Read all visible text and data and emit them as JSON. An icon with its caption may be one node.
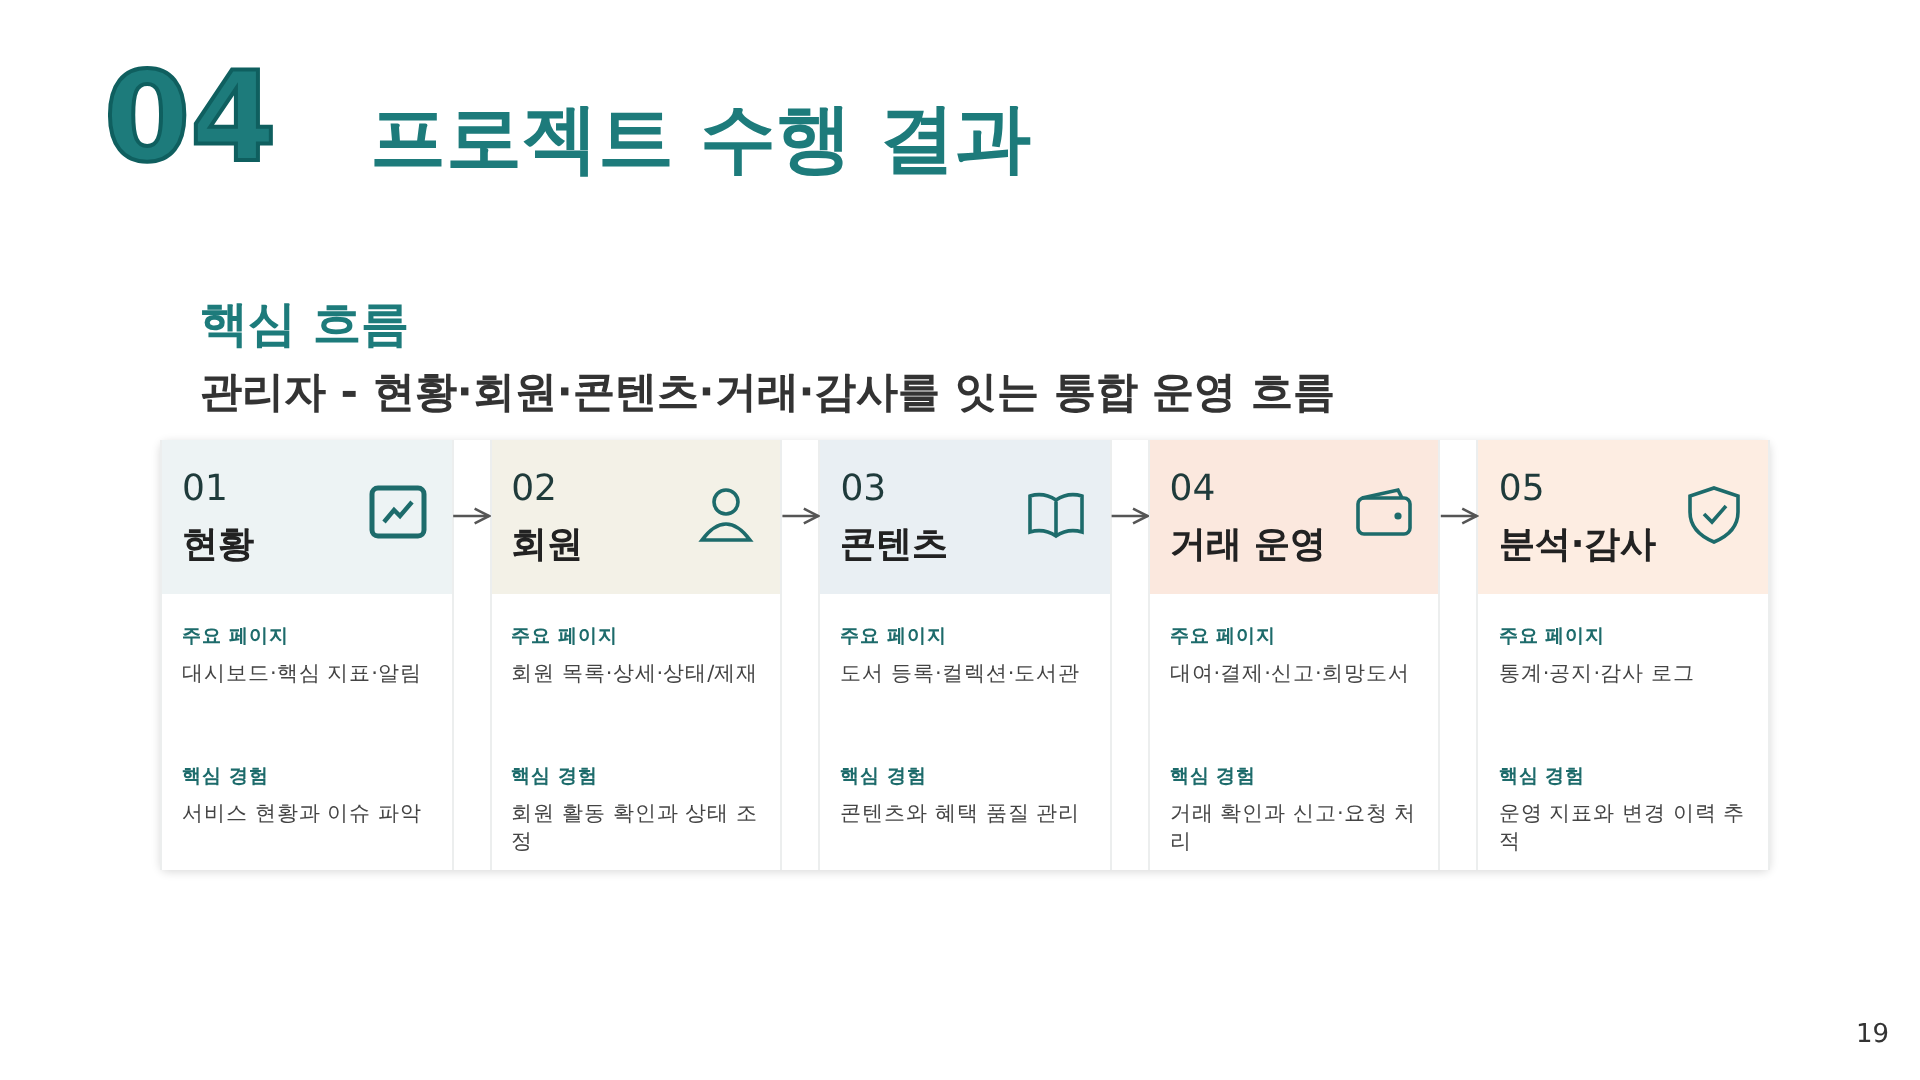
{
  "diagram": {
    "title": "프로젝트 수행 결과",
    "nodes": [
      {
        "text": [
          "01",
          "현황",
          "주요 페이지",
          "대시보드·핵심 지표·알림",
          "핵심 경험",
          "서비스 현황과 이슈 파악"
        ]
      },
      {
        "text": [
          "02",
          "회원",
          "주요 페이지",
          "회원 목록·상세·상태/제재",
          "핵심 경험",
          "회원 활동 확인과 상태 조정"
        ]
      },
      {
        "text": [
          "03",
          "콘텐츠",
          "주요 페이지",
          "도서 등록·컬렉션·도서관",
          "핵심 경험",
          "콘텐츠와 혜택 품질 관리"
        ]
      },
      {
        "text": [
          "04",
          "거래 운영",
          "주요 페이지",
          "대여·결제·신고·희망도서",
          "핵심 경험",
          "거래 확인과 신고·요청 처리"
        ]
      },
      {
        "text": [
          "05",
          "분석·감사",
          "주요 페이지",
          "통계·공지·감사 로그",
          "핵심 경험",
          "운영 지표와 변경 이력 추적"
        ]
      }
    ],
    "edges": [
      {
        "from": 0,
        "to": 1,
        "arrow": "to"
      },
      {
        "from": 1,
        "to": 2,
        "arrow": "to"
      },
      {
        "from": 2,
        "to": 3,
        "arrow": "to"
      },
      {
        "from": 3,
        "to": 4,
        "arrow": "to"
      }
    ],
    "labels": [
      "04",
      "핵심 흐름",
      "관리자 - 현황·회원·콘텐츠·거래·감사를 잇는 통합 운영 흐름",
      "19"
    ]
  }
}
